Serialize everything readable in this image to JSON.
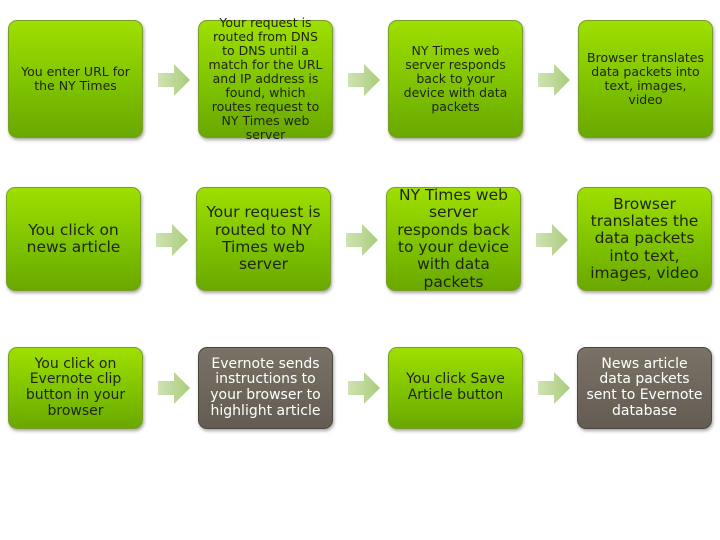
{
  "rows": [
    {
      "steps": [
        {
          "text": "You enter URL for the NY Times",
          "style": "green"
        },
        {
          "text": "Your request is routed from DNS to DNS until a match for the URL and IP address is found, which routes request to NY Times web server",
          "style": "green"
        },
        {
          "text": "NY Times web server responds back to your device with data packets",
          "style": "green"
        },
        {
          "text": "Browser translates data packets into text, images, video",
          "style": "green"
        }
      ]
    },
    {
      "steps": [
        {
          "text": "You click on news article",
          "style": "green"
        },
        {
          "text": "Your request is routed to NY Times web server",
          "style": "green"
        },
        {
          "text": "NY Times web server responds back to your device with data packets",
          "style": "green"
        },
        {
          "text": "Browser translates the data packets into text, images, video",
          "style": "green"
        }
      ]
    },
    {
      "steps": [
        {
          "text": "You click on Evernote clip button in your browser",
          "style": "green"
        },
        {
          "text": "Evernote sends instructions to your browser to highlight article",
          "style": "brown"
        },
        {
          "text": "You click Save Article button",
          "style": "green"
        },
        {
          "text": "News article data packets sent to Evernote database",
          "style": "brown"
        }
      ]
    }
  ],
  "colors": {
    "green": "#8cd000",
    "brown": "#6e665c",
    "arrow": "#b5d48a"
  }
}
